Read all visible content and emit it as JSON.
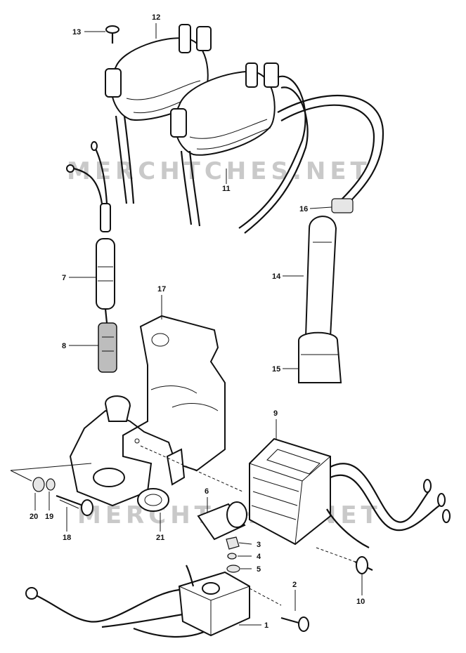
{
  "watermarks": [
    "MERCHTCHES.NET",
    "MERCHTCHES.NET"
  ],
  "callouts": [
    {
      "num": "1"
    },
    {
      "num": "2"
    },
    {
      "num": "3"
    },
    {
      "num": "4"
    },
    {
      "num": "5"
    },
    {
      "num": "6"
    },
    {
      "num": "7"
    },
    {
      "num": "8"
    },
    {
      "num": "9"
    },
    {
      "num": "10"
    },
    {
      "num": "11"
    },
    {
      "num": "12"
    },
    {
      "num": "13"
    },
    {
      "num": "14"
    },
    {
      "num": "15"
    },
    {
      "num": "16"
    },
    {
      "num": "17"
    },
    {
      "num": "18"
    },
    {
      "num": "19"
    },
    {
      "num": "20"
    },
    {
      "num": "21"
    }
  ]
}
